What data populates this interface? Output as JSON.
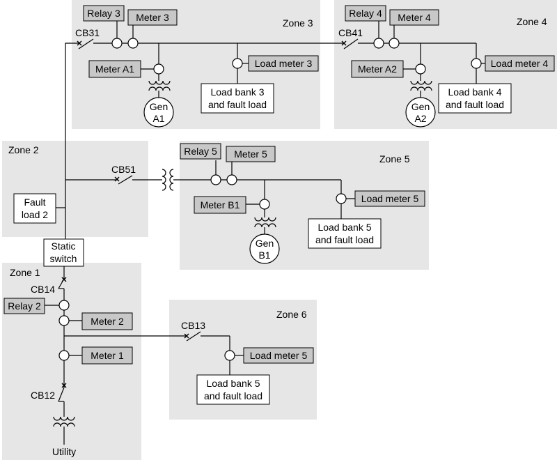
{
  "zones": {
    "z1": "Zone 1",
    "z2": "Zone 2",
    "z3": "Zone 3",
    "z4": "Zone 4",
    "z5": "Zone 5",
    "z6": "Zone 6"
  },
  "breakers": {
    "cb31": "CB31",
    "cb41": "CB41",
    "cb51": "CB51",
    "cb14": "CB14",
    "cb12": "CB12",
    "cb13": "CB13"
  },
  "relays": {
    "r3": "Relay 3",
    "r4": "Relay 4",
    "r5": "Relay 5",
    "r2": "Relay 2"
  },
  "meters": {
    "m3": "Meter 3",
    "m4": "Meter 4",
    "m5": "Meter 5",
    "m2": "Meter 2",
    "m1": "Meter 1",
    "ma1": "Meter A1",
    "ma2": "Meter A2",
    "mb1": "Meter B1"
  },
  "load_meters": {
    "lm3": "Load meter 3",
    "lm4": "Load meter 4",
    "lm5": "Load meter 5",
    "lm6": "Load meter 5"
  },
  "load_banks": {
    "lb3": [
      "Load bank 3",
      "and fault load"
    ],
    "lb4": [
      "Load bank 4",
      "and fault load"
    ],
    "lb5": [
      "Load bank 5",
      "and fault load"
    ],
    "lb6": [
      "Load bank 5",
      "and fault load"
    ]
  },
  "generators": {
    "a1": [
      "Gen",
      "A1"
    ],
    "a2": [
      "Gen",
      "A2"
    ],
    "b1": [
      "Gen",
      "B1"
    ]
  },
  "fault_load2": [
    "Fault",
    "load 2"
  ],
  "static_switch": [
    "Static",
    "switch"
  ],
  "utility": "Utility"
}
